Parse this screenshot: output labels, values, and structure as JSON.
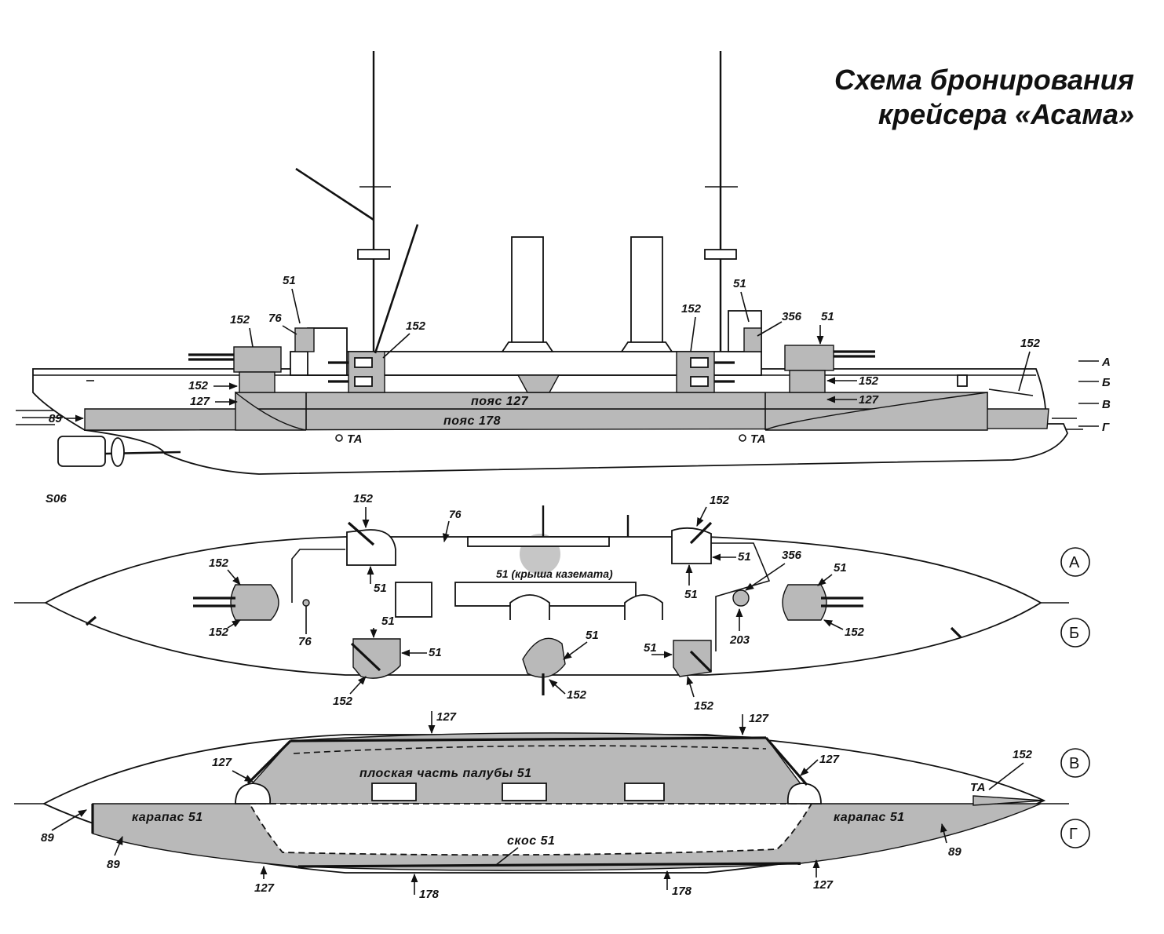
{
  "title": {
    "line1": "Схема бронирования",
    "line2": "крейсера «Асама»"
  },
  "profile": {
    "levels": [
      "А",
      "Б",
      "В",
      "Г"
    ],
    "belt_upper": "пояс 127",
    "belt_main": "пояс 178",
    "torpedo_tube": "ТА",
    "labels": {
      "fwd_turret_top": "152",
      "fwd_turret_barbette": "152",
      "fwd_belt_end": "127",
      "waterline_end": "89",
      "fwd_bridge_top": "51",
      "fwd_bridge": "76",
      "fwd_casemate": "152",
      "aft_casemate": "152",
      "aft_bridge_top": "51",
      "aft_conning": "356",
      "aft_turret_top": "51",
      "aft_turret_barbette": "152",
      "aft_belt_end": "127",
      "stern_deck": "152"
    }
  },
  "deck_plan": {
    "levels": [
      "А",
      "Б"
    ],
    "casemate_roof": "51 (крыша каземата)",
    "labels": {
      "tur_fwd": "152",
      "tur_fwd_base": "152",
      "bridge76": "76",
      "bridge76b": "76",
      "case_fwd_top": "152",
      "case_fwd_top_51a": "51",
      "case_fwd_top_51b": "51",
      "case_fwd_bot_152": "152",
      "case_fwd_bot_51": "51",
      "case_mid_51": "51",
      "case_mid_152": "152",
      "case_aft_top_152": "152",
      "case_aft_top_51a": "51",
      "case_aft_top_51b": "51",
      "case_aft_bot_152": "152",
      "case_aft_bot_51": "51",
      "conning_356": "356",
      "conning_203": "203",
      "tur_aft_51": "51",
      "tur_aft_152": "152"
    }
  },
  "armor_deck": {
    "levels": [
      "В",
      "Г"
    ],
    "flat_deck": "плоская часть палубы 51",
    "carapace_fwd": "карапас 51",
    "carapace_aft": "карапас 51",
    "slope": "скос 51",
    "torpedo_tube": "ТА",
    "labels": {
      "top_127_a": "127",
      "top_127_b": "127",
      "left_127": "127",
      "right_127": "127",
      "stern_152": "152",
      "bow_89_a": "89",
      "bow_89_b": "89",
      "stern_89": "89",
      "bot_127_a": "127",
      "bot_178_a": "178",
      "bot_178_b": "178",
      "bot_127_b": "127"
    }
  },
  "artist_signature": "S06",
  "colors": {
    "armor_fill": "#b9b9b9",
    "ink": "#111111",
    "paper": "#ffffff"
  }
}
